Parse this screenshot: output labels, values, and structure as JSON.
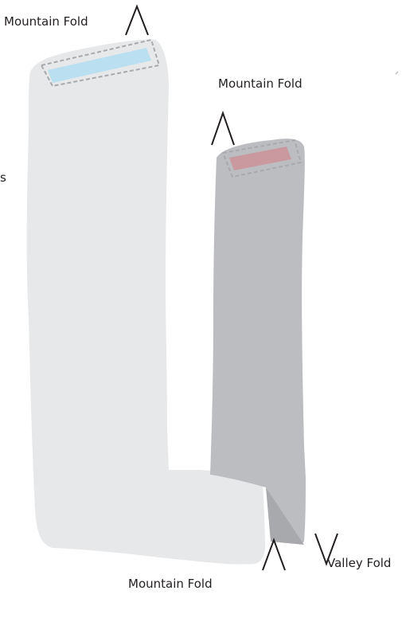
{
  "labels": {
    "mountain_fold_top": "Mountain Fold",
    "mountain_fold_right": "Mountain Fold",
    "mountain_fold_bottom": "Mountain Fold",
    "valley_fold": "Valley Fold",
    "edge_fragment": "s"
  },
  "colors": {
    "light_strip": "#e7e8e9",
    "dark_strip": "#bcbdc0",
    "fold_triangle": "#a7a9ac",
    "blue_tab": "#b9dff0",
    "red_tab": "#c9999f",
    "dashed_outline": "#a7a9ac",
    "fold_symbol": "#231f20"
  },
  "symbols": {
    "mountain": "mountain-fold-symbol",
    "valley": "valley-fold-symbol"
  }
}
